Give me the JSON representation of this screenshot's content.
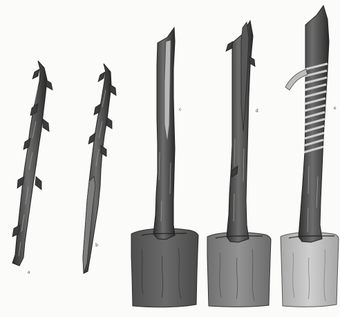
{
  "figure": {
    "panels": [
      {
        "id": "a",
        "label": "a",
        "subject": "scion-twig-with-buds"
      },
      {
        "id": "b",
        "label": "b",
        "subject": "scion-cut-wedge"
      },
      {
        "id": "c",
        "label": "c",
        "subject": "rootstock-with-cleft-in-pot"
      },
      {
        "id": "d",
        "label": "d",
        "subject": "scion-inserted-in-rootstock-pot"
      },
      {
        "id": "e",
        "label": "e",
        "subject": "graft-wrapped-with-tape-pot"
      }
    ],
    "colors": {
      "background": "#fbfbfa",
      "bark_dark": "#3a3a3a",
      "bark_mid": "#6b6b6b",
      "bark_light": "#a9a9a9",
      "pot_dark": "#5e5e5e",
      "pot_mid": "#858585",
      "pot_light": "#bdbdbd"
    }
  }
}
